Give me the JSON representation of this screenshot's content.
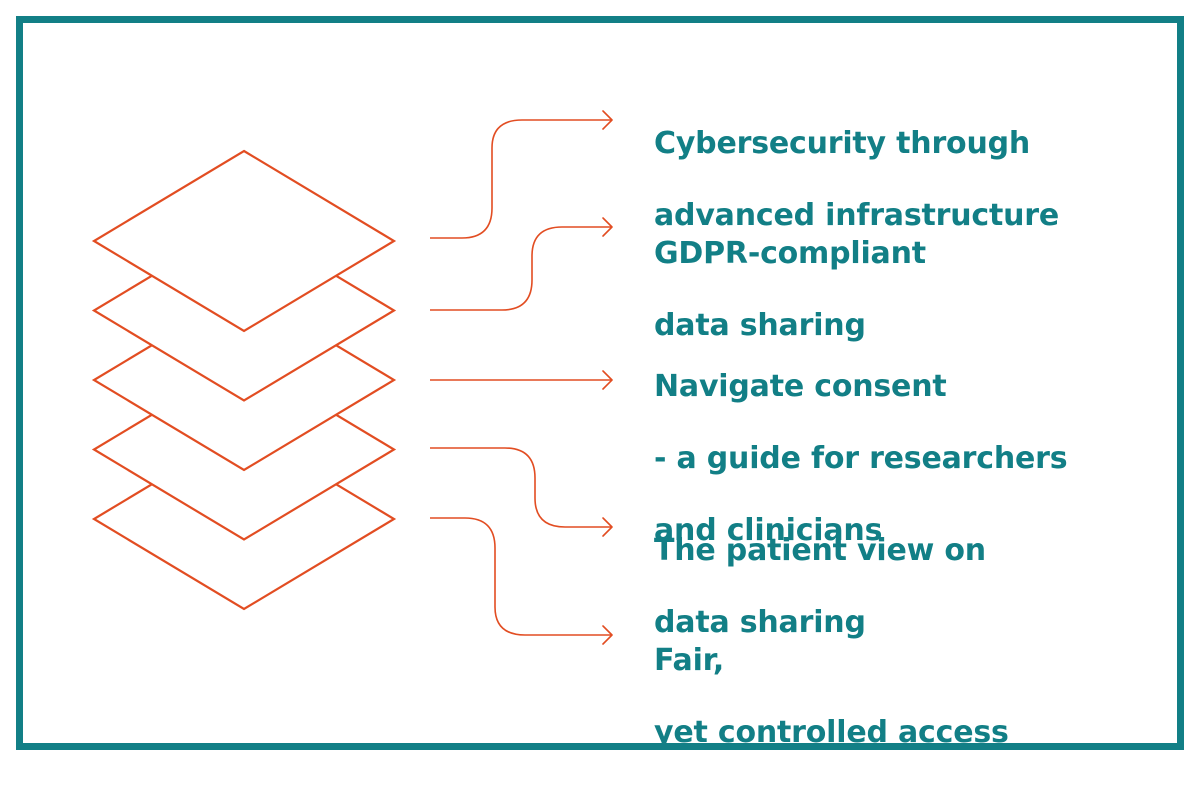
{
  "colors": {
    "frame": "#127f86",
    "text": "#127f86",
    "lines": "#e24d22"
  },
  "layers": {
    "count": 5,
    "icon": "stacked-layers-icon"
  },
  "items": [
    {
      "lines": [
        "Cybersecurity through",
        "advanced infrastructure"
      ]
    },
    {
      "lines": [
        "GDPR-compliant",
        "data sharing"
      ]
    },
    {
      "lines": [
        "Navigate consent",
        "- a guide for researchers",
        "and clinicians"
      ]
    },
    {
      "lines": [
        "The patient view on",
        "data sharing"
      ]
    },
    {
      "lines": [
        "Fair,",
        "yet controlled access"
      ]
    }
  ]
}
